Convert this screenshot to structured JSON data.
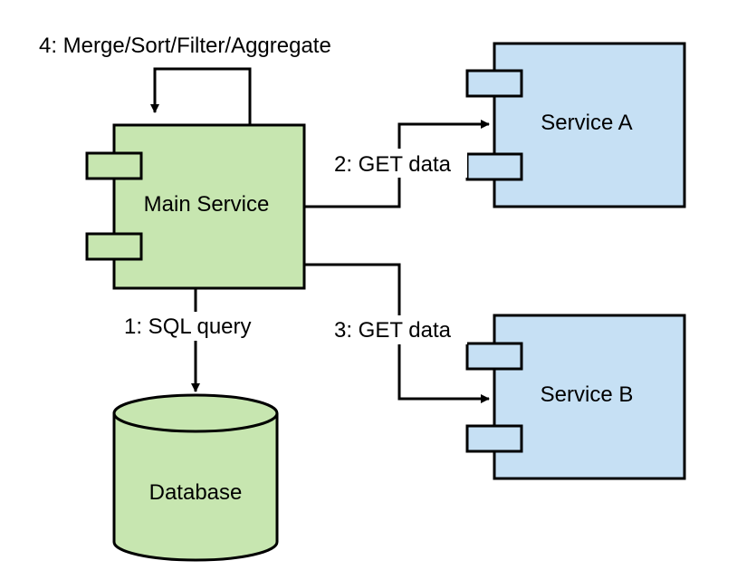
{
  "colors": {
    "green_fill": "#c7e6b0",
    "blue_fill": "#c6e0f4",
    "stroke": "#000000",
    "background": "#ffffff"
  },
  "nodes": {
    "main_service": {
      "label": "Main Service",
      "shape": "uml-component",
      "color": "#c7e6b0"
    },
    "service_a": {
      "label": "Service A",
      "shape": "uml-component",
      "color": "#c6e0f4"
    },
    "service_b": {
      "label": "Service B",
      "shape": "uml-component",
      "color": "#c6e0f4"
    },
    "database": {
      "label": "Database",
      "shape": "cylinder",
      "color": "#c7e6b0"
    }
  },
  "edges": {
    "sql_query": {
      "label": "1: SQL query",
      "from": "Main Service",
      "to": "Database"
    },
    "get_a": {
      "label": "2: GET data",
      "from": "Main Service",
      "to": "Service A"
    },
    "get_b": {
      "label": "3: GET data",
      "from": "Main Service",
      "to": "Service B"
    },
    "merge": {
      "label": "4: Merge/Sort/Filter/Aggregate",
      "from": "Main Service",
      "to": "Main Service"
    }
  }
}
